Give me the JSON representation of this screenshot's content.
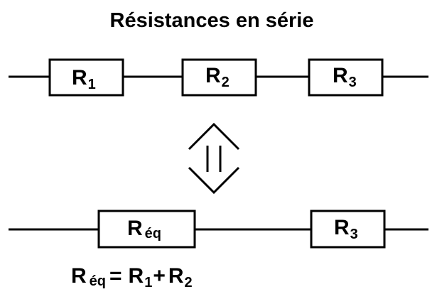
{
  "title": "Résistances en série",
  "circuit_top": {
    "resistors": [
      {
        "symbol": "R",
        "subscript": "1"
      },
      {
        "symbol": "R",
        "subscript": "2"
      },
      {
        "symbol": "R",
        "subscript": "3"
      }
    ]
  },
  "equivalence_symbol": "equivalence-arrow-icon",
  "circuit_bottom": {
    "resistors": [
      {
        "symbol": "R",
        "subscript": "éq"
      },
      {
        "symbol": "R",
        "subscript": "3"
      }
    ]
  },
  "formula": {
    "lhs_symbol": "R",
    "lhs_subscript": "éq",
    "equals": "=",
    "term1_symbol": "R",
    "term1_subscript": "1",
    "plus": "+",
    "term2_symbol": "R",
    "term2_subscript": "2"
  },
  "colors": {
    "line": "#000000",
    "background": "#ffffff"
  }
}
